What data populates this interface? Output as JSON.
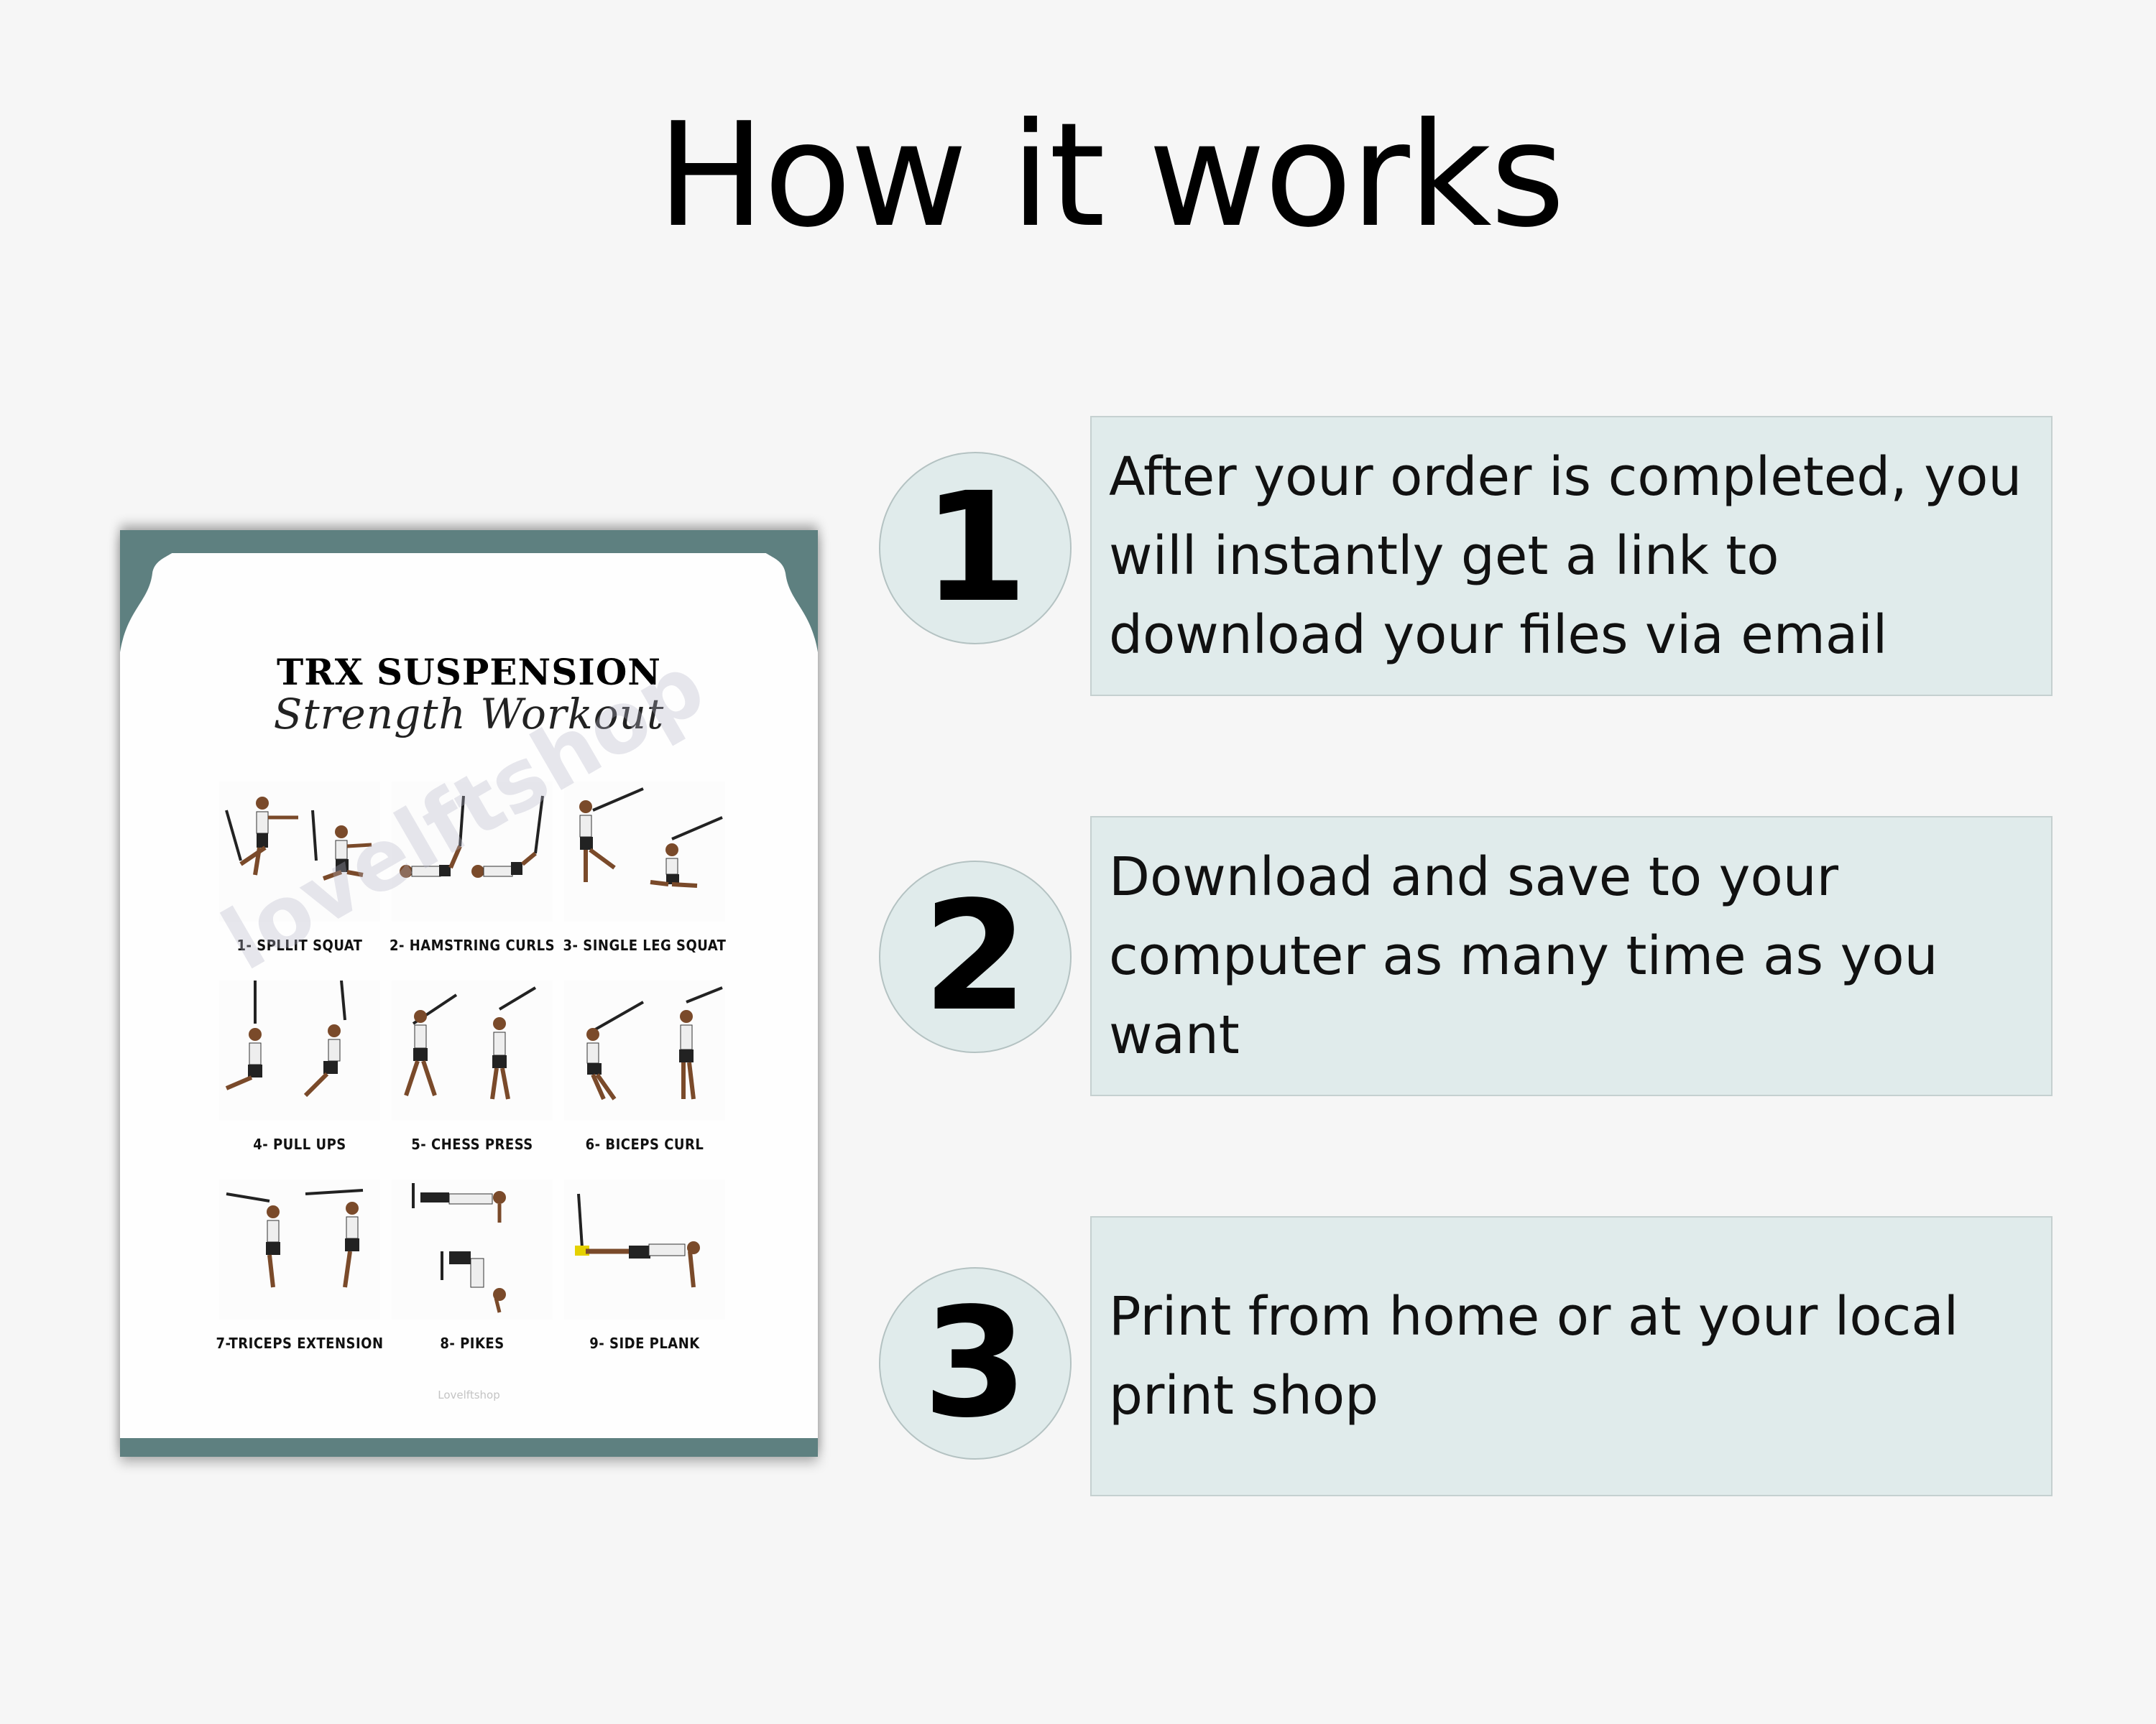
{
  "title": "How it works",
  "poster": {
    "heading": "TRX SUSPENSION",
    "subheading": "Strength Workout",
    "watermark": "lovelftshop",
    "credit": "Lovelftshop",
    "accent_color": "#5e8080",
    "exercises": [
      {
        "label": "1- SPLLIT SQUAT"
      },
      {
        "label": "2- HAMSTRING CURLS"
      },
      {
        "label": "3- SINGLE LEG SQUAT"
      },
      {
        "label": "4- PULL UPS"
      },
      {
        "label": "5- CHESS PRESS"
      },
      {
        "label": "6- BICEPS CURL"
      },
      {
        "label": "7-TRICEPS EXTENSION"
      },
      {
        "label": "8- PIKES"
      },
      {
        "label": "9- SIDE PLANK"
      }
    ]
  },
  "steps": [
    {
      "number": "1",
      "text": "After your order is completed, you will instantly get a link to download your files via email"
    },
    {
      "number": "2",
      "text": "Download and save to your computer as many time as you want"
    },
    {
      "number": "3",
      "text": "Print from home or at your local print shop"
    }
  ],
  "colors": {
    "step_fill": "#e0ebeb",
    "background": "#f6f6f6"
  }
}
